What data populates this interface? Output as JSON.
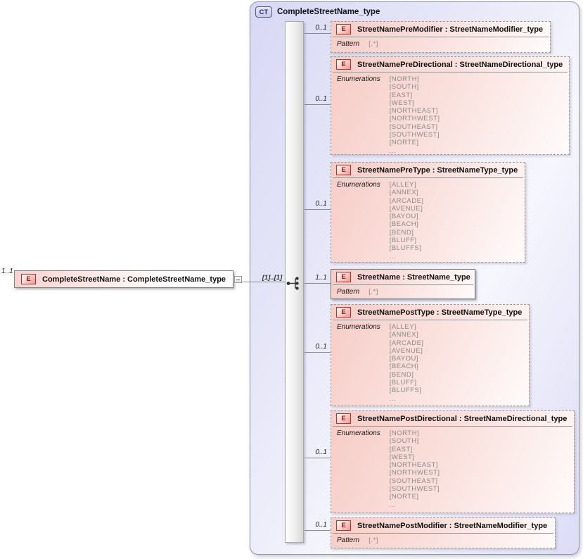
{
  "diagram": {
    "root": {
      "cardinality": "1..1",
      "badge": "E",
      "label": "CompleteStreetName : CompleteStreetName_type"
    },
    "complex_type": {
      "badge": "CT",
      "title": "CompleteStreetName_type",
      "compositor": "sequence",
      "compositor_cardinality": "[1]..[1]"
    },
    "elements": [
      {
        "badge": "E",
        "cardinality": "0..1",
        "label": "StreetNamePreModifier : StreetNameModifier_type",
        "facet_label": "Pattern",
        "facet_values": [
          "[.*]"
        ]
      },
      {
        "badge": "E",
        "cardinality": "0..1",
        "label": "StreetNamePreDirectional : StreetNameDirectional_type",
        "facet_label": "Enumerations",
        "facet_values": [
          "[NORTH]",
          "[SOUTH]",
          "[EAST]",
          "[WEST]",
          "[NORTHEAST]",
          "[NORTHWEST]",
          "[SOUTHEAST]",
          "[SOUTHWEST]",
          "[NORTE]",
          "..."
        ]
      },
      {
        "badge": "E",
        "cardinality": "0..1",
        "label": "StreetNamePreType : StreetNameType_type",
        "facet_label": "Enumerations",
        "facet_values": [
          "[ALLEY]",
          "[ANNEX]",
          "[ARCADE]",
          "[AVENUE]",
          "[BAYOU]",
          "[BEACH]",
          "[BEND]",
          "[BLUFF]",
          "[BLUFFS]",
          "..."
        ]
      },
      {
        "badge": "E",
        "cardinality": "1..1",
        "label": "StreetName : StreetName_type",
        "facet_label": "Pattern",
        "facet_values": [
          "[.*]"
        ]
      },
      {
        "badge": "E",
        "cardinality": "0..1",
        "label": "StreetNamePostType : StreetNameType_type",
        "facet_label": "Enumerations",
        "facet_values": [
          "[ALLEY]",
          "[ANNEX]",
          "[ARCADE]",
          "[AVENUE]",
          "[BAYOU]",
          "[BEACH]",
          "[BEND]",
          "[BLUFF]",
          "[BLUFFS]",
          "..."
        ]
      },
      {
        "badge": "E",
        "cardinality": "0..1",
        "label": "StreetNamePostDirectional : StreetNameDirectional_type",
        "facet_label": "Enumerations",
        "facet_values": [
          "[NORTH]",
          "[SOUTH]",
          "[EAST]",
          "[WEST]",
          "[NORTHEAST]",
          "[NORTHWEST]",
          "[SOUTHEAST]",
          "[SOUTHWEST]",
          "[NORTE]",
          "..."
        ]
      },
      {
        "badge": "E",
        "cardinality": "0..1",
        "label": "StreetNamePostModifier : StreetNameModifier_type",
        "facet_label": "Pattern",
        "facet_values": [
          "[.*]"
        ]
      }
    ],
    "colors": {
      "container_fill": "#dcdcf6",
      "element_fill": "#f7ccc6",
      "element_badge_red": "#8e1f1a",
      "type_badge_blue": "#26266e",
      "connector": "#8a8a8a",
      "facet_value_text": "#8a8a8a"
    }
  }
}
